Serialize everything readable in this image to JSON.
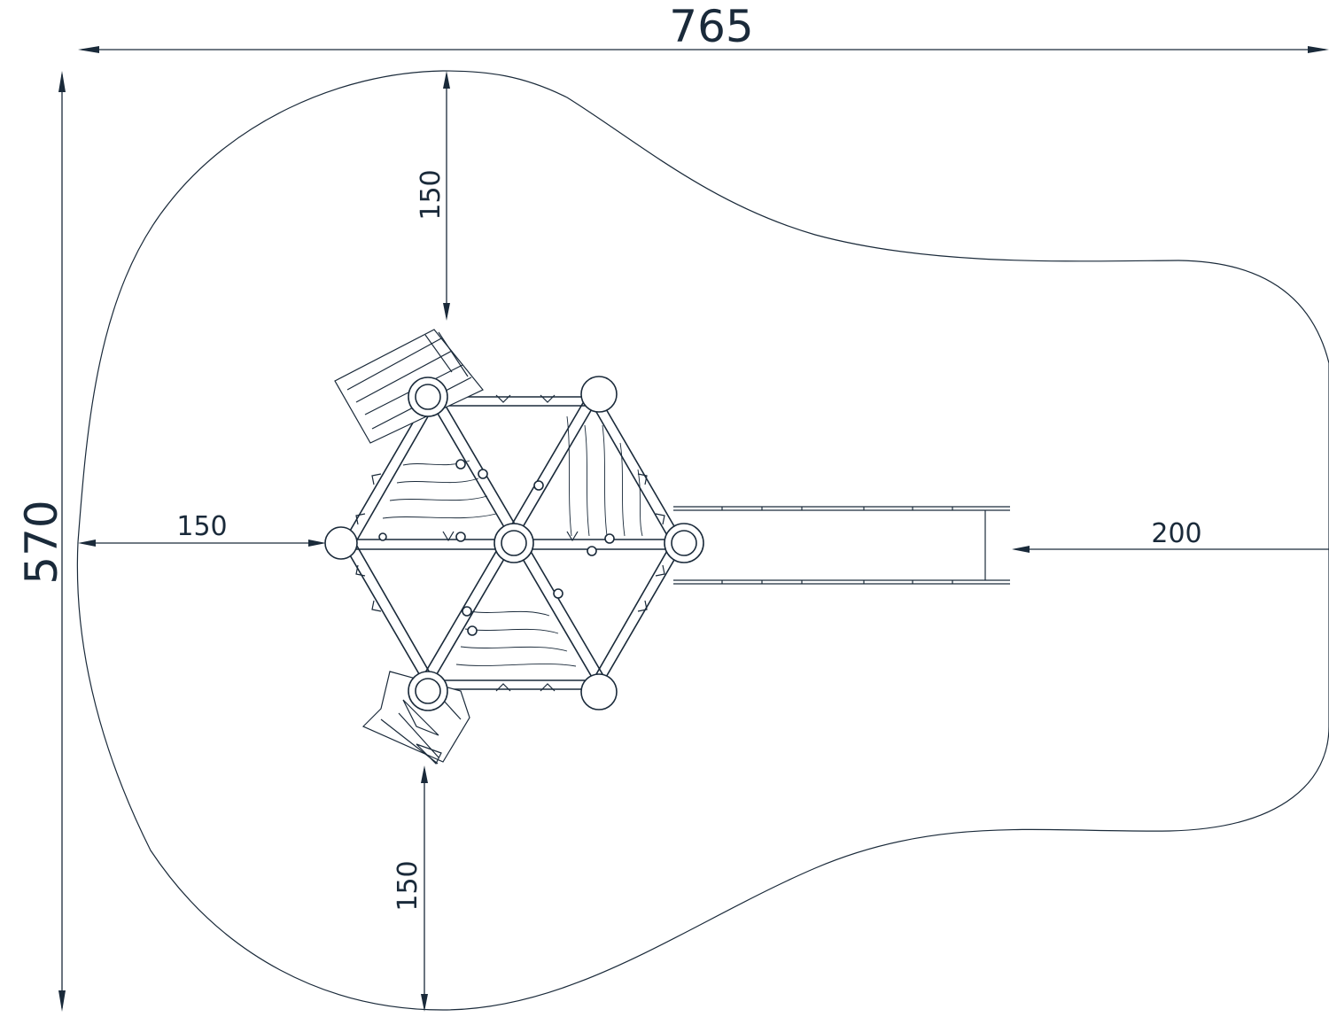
{
  "dimensions": {
    "overall_width": "765",
    "overall_depth": "570",
    "clearance_left": "150",
    "clearance_top": "150",
    "clearance_bottom": "150",
    "clearance_right": "200"
  }
}
